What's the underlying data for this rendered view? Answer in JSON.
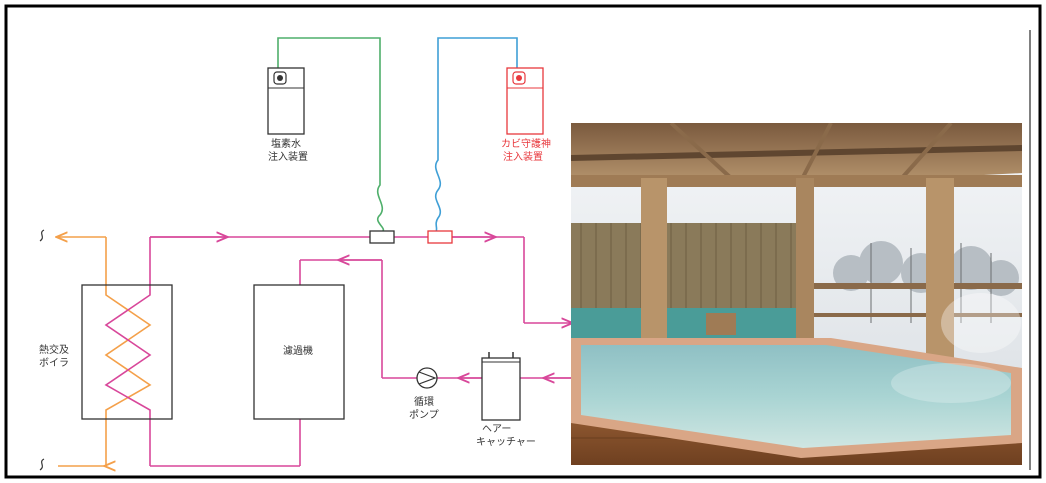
{
  "labels": {
    "chlorine_line1": "塩素水",
    "chlorine_line2": "注入装置",
    "mold_line1": "カビ守護神",
    "mold_line2": "注入装置",
    "heat_line1": "熱交及",
    "heat_line2": "ボイラ",
    "filter": "濾過機",
    "pump_line1": "循環",
    "pump_line2": "ポンプ",
    "hair_line1": "ヘアー",
    "hair_line2": "キャッチャー"
  },
  "colors": {
    "pink": "#d8479a",
    "orange": "#f4a04a",
    "green": "#4faf6b",
    "blue": "#3f9fd6",
    "red": "#e8383d",
    "frame": "#000000"
  },
  "photo": {
    "description_icon": "onsen-bath-photo"
  }
}
